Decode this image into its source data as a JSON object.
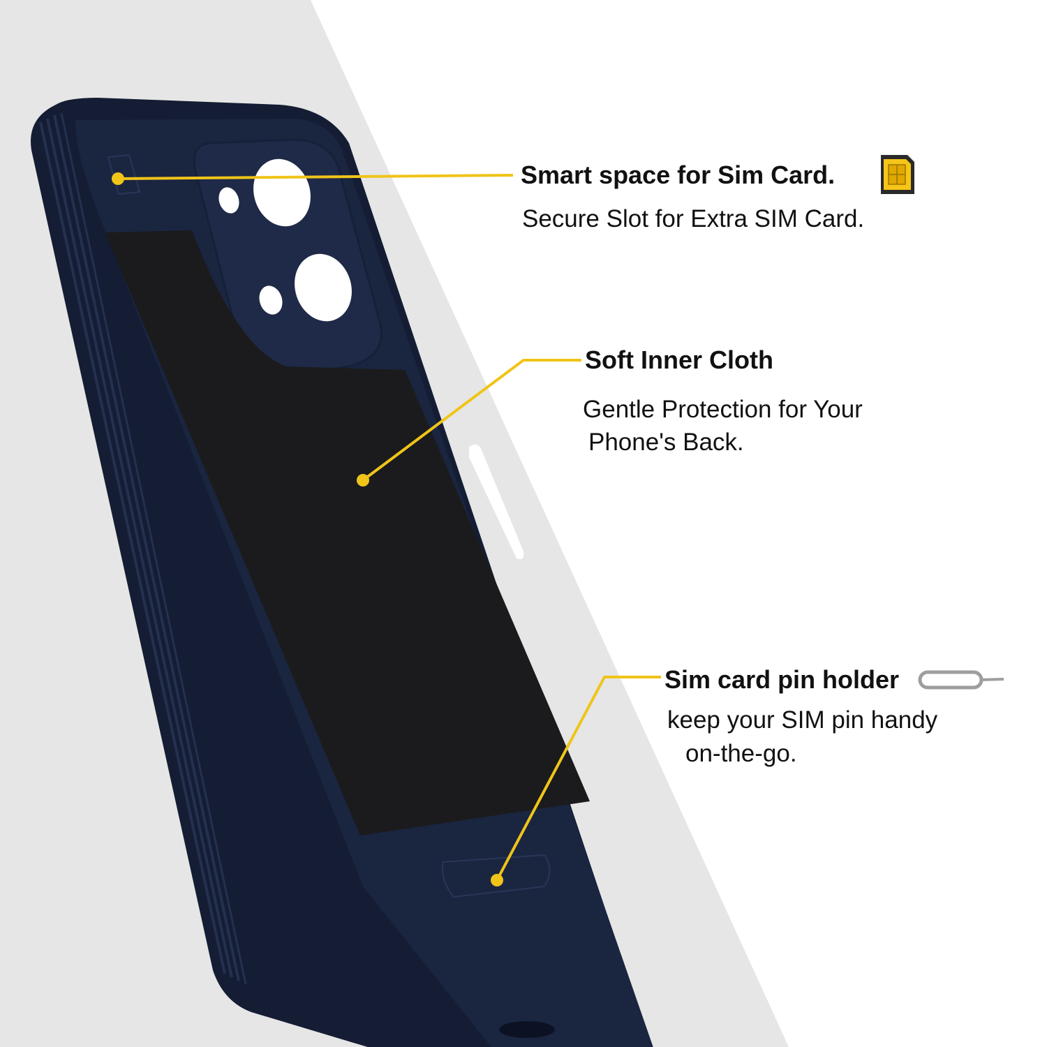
{
  "colors": {
    "background_grey": "#e6e6e6",
    "background_white": "#ffffff",
    "case_navy": "#1a2540",
    "inner_cloth": "#1b1b1d",
    "callout_yellow": "#f0c419",
    "text": "#111111"
  },
  "callouts": [
    {
      "title": "Smart space for Sim Card.",
      "description_lines": [
        "Secure Slot for Extra SIM Card."
      ],
      "icon": "sim-card-icon"
    },
    {
      "title": "Soft Inner Cloth",
      "description_lines": [
        "Gentle Protection for Your",
        "Phone's Back."
      ]
    },
    {
      "title": "Sim card pin holder",
      "description_lines": [
        "keep your SIM pin handy",
        "on-the-go."
      ],
      "icon": "sim-eject-pin-icon"
    }
  ]
}
